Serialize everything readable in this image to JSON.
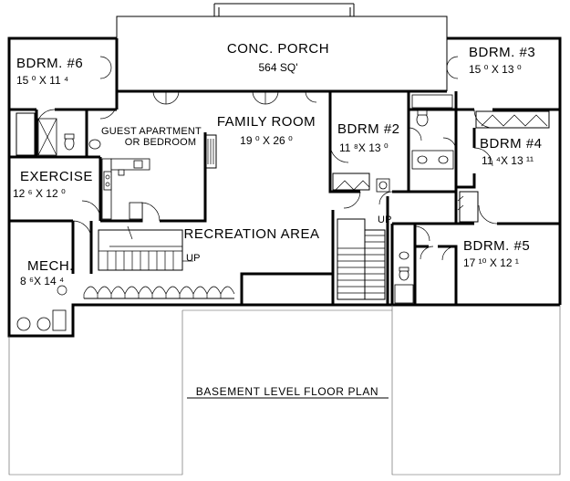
{
  "plan_title": "BASEMENT LEVEL FLOOR PLAN",
  "rooms": {
    "porch": {
      "name": "CONC. PORCH",
      "dims": "564 SQ'"
    },
    "bdrm6": {
      "name": "BDRM. #6",
      "dims": "15 ⁰ X 11 ⁴"
    },
    "bdrm3": {
      "name": "BDRM. #3",
      "dims": "15 ⁰ X 13 ⁰"
    },
    "family": {
      "name": "FAMILY ROOM",
      "dims": "19 ⁰ X 26 ⁰"
    },
    "guest": {
      "name": "GUEST APARTMENT",
      "sub": "OR BEDROOM"
    },
    "bdrm2": {
      "name": "BDRM #2",
      "dims": "11 ⁸X 13 ⁰"
    },
    "bdrm4": {
      "name": "BDRM #4",
      "dims": "11 ⁴X 13 ¹¹"
    },
    "exercise": {
      "name": "EXERCISE",
      "dims": "12 ⁶ X 12 ⁰"
    },
    "recreation": {
      "name": "RECREATION AREA"
    },
    "mech": {
      "name": "MECH.",
      "dims": "8 ⁶X 14 ⁴"
    },
    "bdrm5": {
      "name": "BDRM. #5",
      "dims": "17 ¹⁰ X 12 ¹"
    }
  },
  "stairs": {
    "up_label": "UP"
  }
}
